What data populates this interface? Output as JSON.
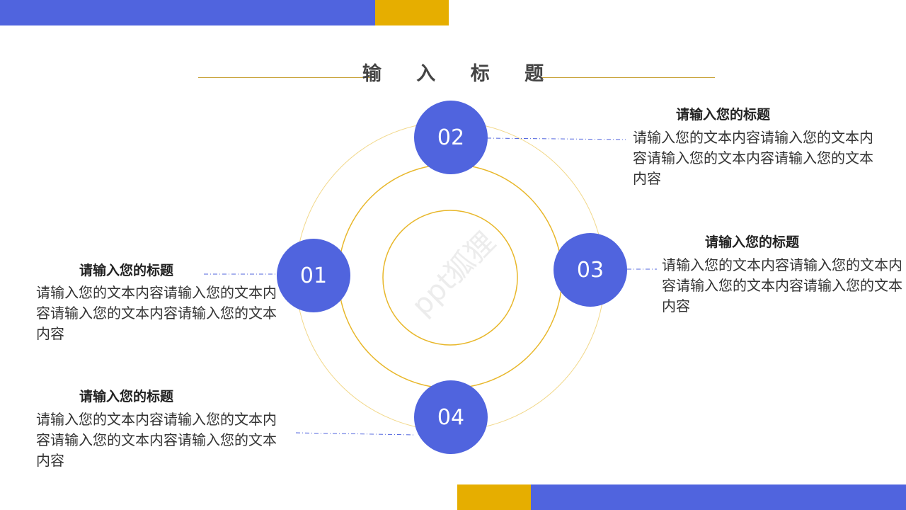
{
  "colors": {
    "blue": "#5064de",
    "gold": "#e6ae00",
    "ring": "#e8b72a"
  },
  "title": "输 入 标 题",
  "watermark": "ppt狐狸",
  "nodes": [
    {
      "label": "01",
      "heading": "请输入您的标题",
      "text": "请输入您的文本内容请输入您的文本内容请输入您的文本内容请输入您的文本内容"
    },
    {
      "label": "02",
      "heading": "请输入您的标题",
      "text": "请输入您的文本内容请输入您的文本内容请输入您的文本内容请输入您的文本内容"
    },
    {
      "label": "03",
      "heading": "请输入您的标题",
      "text": "请输入您的文本内容请输入您的文本内容请输入您的文本内容请输入您的文本内容"
    },
    {
      "label": "04",
      "heading": "请输入您的标题",
      "text": "请输入您的文本内容请输入您的文本内容请输入您的文本内容请输入您的文本内容"
    }
  ]
}
